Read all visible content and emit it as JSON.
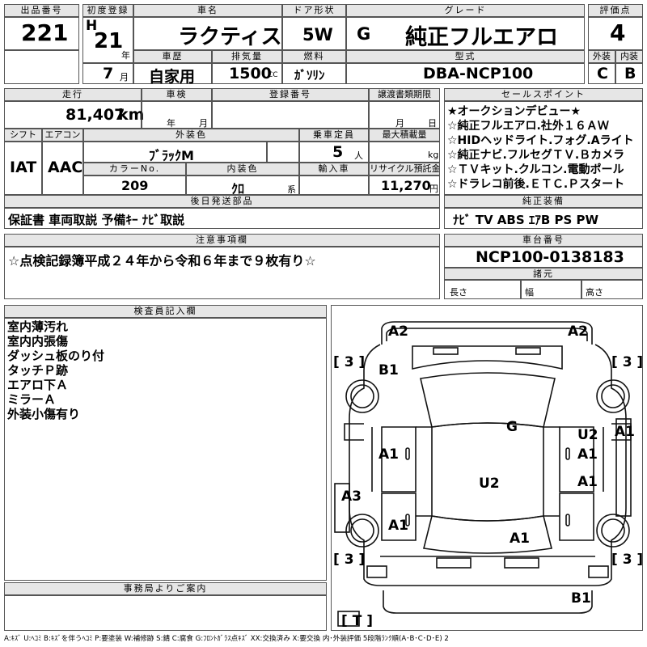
{
  "hdr": {
    "lot_label": "出品番号",
    "first_reg_label": "初度登録",
    "name_label": "車名",
    "door_label": "ドア形状",
    "grade_label": "グレード",
    "score_label": "評価点",
    "history_label": "車歴",
    "displacement_label": "排気量",
    "fuel_label": "燃料",
    "model_label": "型式",
    "ext_label": "外装",
    "int_label": "内装"
  },
  "top": {
    "lot_no": "221",
    "era": "H",
    "year": "21",
    "year_unit": "年",
    "month": "7",
    "month_unit": "月",
    "car_name": "ラクティス",
    "door": "5W",
    "grade_code": "G",
    "grade_name": "純正フルエアロ",
    "score": "4",
    "history": "自家用",
    "displacement": "1500",
    "cc": "CC",
    "fuel": "ｶﾞｿﾘﾝ",
    "model_code": "DBA-NCP100",
    "ext_grade": "C",
    "int_grade": "B"
  },
  "mid_hdr": {
    "mileage": "走行",
    "inspection": "車検",
    "reg_no": "登録番号",
    "transfer": "譲渡書類期限",
    "shift": "シフト",
    "aircon": "エアコン",
    "color": "外装色",
    "capacity": "乗車定員",
    "load": "最大積載量",
    "color_no": "カラーNo.",
    "interior_color": "内装色",
    "import": "輸入車",
    "recycle": "リサイクル預託金",
    "accessories": "後日発送部品",
    "sale_points": "セールスポイント",
    "factory_equip": "純正装備"
  },
  "mid": {
    "mileage": "81,407",
    "km": "km",
    "year_unit": "年",
    "month_unit": "月",
    "t_month": "月",
    "t_day": "日",
    "shift": "IAT",
    "aircon": "AAC",
    "color": "ﾌﾞﾗｯｸM",
    "capacity": "5",
    "person": "人",
    "kg": "kg",
    "color_no": "209",
    "interior_color": "ｸﾛ",
    "kei": "系",
    "recycle": "11,270",
    "yen": "円",
    "accessories": "保証書 車両取説 予備ｷｰ ﾅﾋﾞ取説",
    "sale_points": [
      "★オークションデビュー★",
      "☆純正フルエアロ.社外１６ＡＷ",
      "☆HIDヘッドライト.フォグ.Aライト",
      "☆純正ナビ.フルセグＴＶ.Ｂカメラ",
      "☆ＴＶキット.クルコン.電動ポール",
      "☆ドラレコ前後.ＥＴＣ.Ｐスタート"
    ],
    "factory_equip": "ﾅﾋﾞ TV ABS ｴｱB PS PW"
  },
  "notes": {
    "label": "注意事項欄",
    "text": "☆点検記録簿平成２４年から令和６年まで９枚有り☆"
  },
  "chassis": {
    "label": "車台番号",
    "number": "NCP100-0138183",
    "spec_label": "諸元",
    "length": "長さ",
    "width": "幅",
    "height": "高さ"
  },
  "inspector": {
    "label": "検査員記入欄",
    "items": [
      "室内薄汚れ",
      "室内内張傷",
      "ダッシュ板のり付",
      "タッチＰ跡",
      "エアロ下Ａ",
      "ミラーＡ",
      "外装小傷有り"
    ]
  },
  "office": {
    "label": "事務局よりご案内"
  },
  "diagram": {
    "marks": [
      "A2",
      "A2",
      "[ 3 ]",
      "[ 3 ]",
      "B1",
      "G",
      "U2",
      "A1",
      "A1",
      "A1",
      "A1",
      "U2",
      "A1",
      "A3",
      "A1",
      "A1",
      "[ 3 ]",
      "[ 3 ]",
      "B1",
      "[ T ]"
    ]
  },
  "legend": "A:ｷｽﾞ U:ﾍｺﾐ B:ｷｽﾞを伴うﾍｺﾐ P:要塗装 W:補修跡 S:錆 C:腐食 G:ﾌﾛﾝﾄｶﾞﾗｽ点ｷｽﾞ XX:交換済み X:要交換 内･外装評価 5段階ﾗﾝｸ順(A･B･C･D･E) 2"
}
